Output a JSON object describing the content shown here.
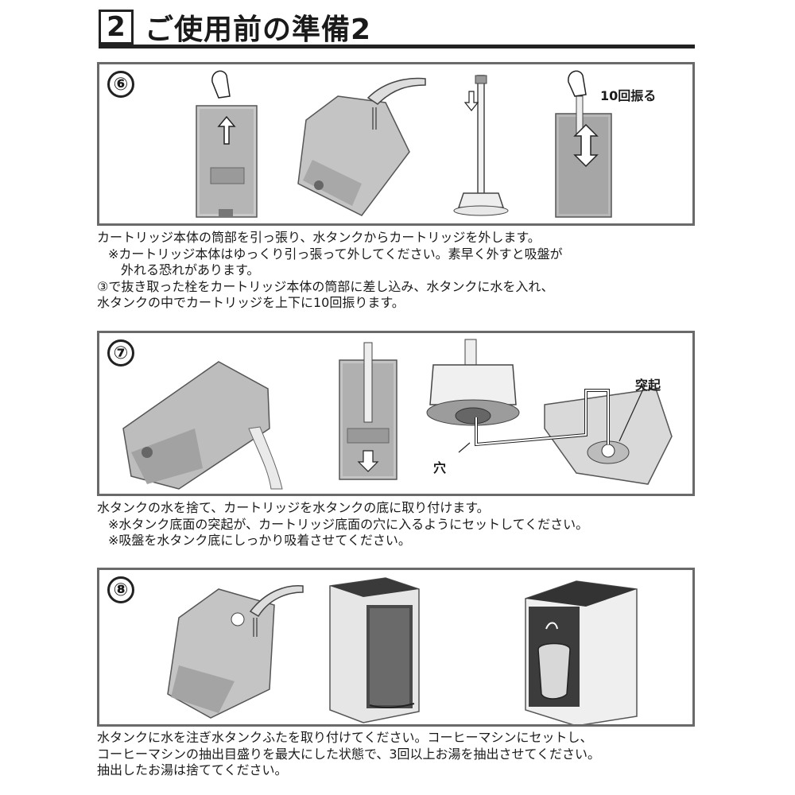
{
  "header": {
    "section_number": "2",
    "title": "ご使用前の準備2"
  },
  "step6": {
    "number": "⑥",
    "shake_label": "10回振る",
    "lines": [
      "カートリッジ本体の筒部を引っ張り、水タンクからカートリッジを外します。",
      "※カートリッジ本体はゆっくり引っ張って外してください。素早く外すと吸盤が",
      "外れる恐れがあります。",
      "③で抜き取った栓をカートリッジ本体の筒部に差し込み、水タンクに水を入れ、",
      "水タンクの中でカートリッジを上下に10回振ります。"
    ]
  },
  "step7": {
    "number": "⑦",
    "protrusion_label": "突起",
    "hole_label": "穴",
    "lines": [
      "水タンクの水を捨て、カートリッジを水タンクの底に取り付けます。",
      "※水タンク底面の突起が、カートリッジ底面の穴に入るようにセットしてください。",
      "※吸盤を水タンク底にしっかり吸着させてください。"
    ]
  },
  "step8": {
    "number": "⑧",
    "lines": [
      "水タンクに水を注ぎ水タンクふたを取り付けてください。コーヒーマシンにセットし、",
      "コーヒーマシンの抽出目盛りを最大にした状態で、3回以上お湯を抽出させてください。",
      "抽出したお湯は捨ててください。"
    ]
  }
}
